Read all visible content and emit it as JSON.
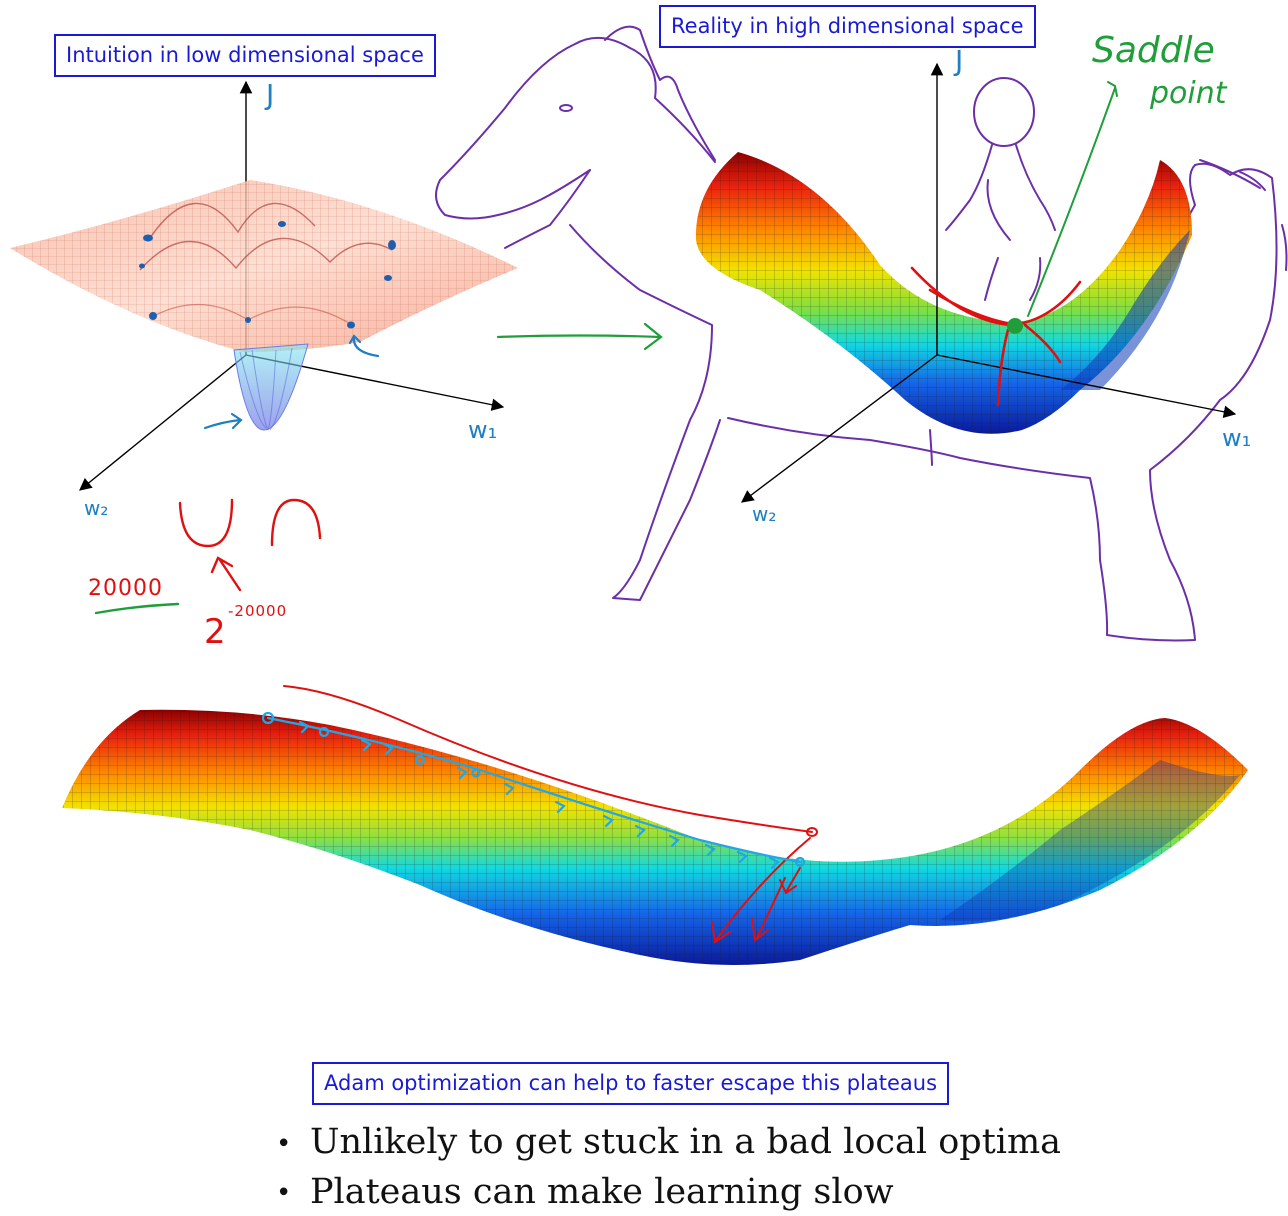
{
  "labels": {
    "low_dim": "Intuition in low dimensional space",
    "high_dim": "Reality in high dimensional space",
    "adam": "Adam optimization can help to faster escape this plateaus"
  },
  "axes_left": {
    "vertical": "J",
    "right": "w₁",
    "front": "w₂"
  },
  "axes_right": {
    "vertical": "J",
    "right": "w₁",
    "front": "w₂"
  },
  "annotations": {
    "saddle_line1": "Saddle",
    "saddle_line2": "point",
    "count": "20000",
    "power_base": "2",
    "power_exp": "-20000",
    "shape_u": "U",
    "shape_n": "∩"
  },
  "bullets": [
    "Unlikely to get stuck in a bad local optima",
    "Plateaus can make learning slow"
  ],
  "colors": {
    "label_blue": "#1a1ad6",
    "ink_green": "#1f9e3a",
    "ink_red": "#e01010",
    "ink_blue": "#1f7fc4",
    "ink_purple": "#6b2fa8"
  }
}
